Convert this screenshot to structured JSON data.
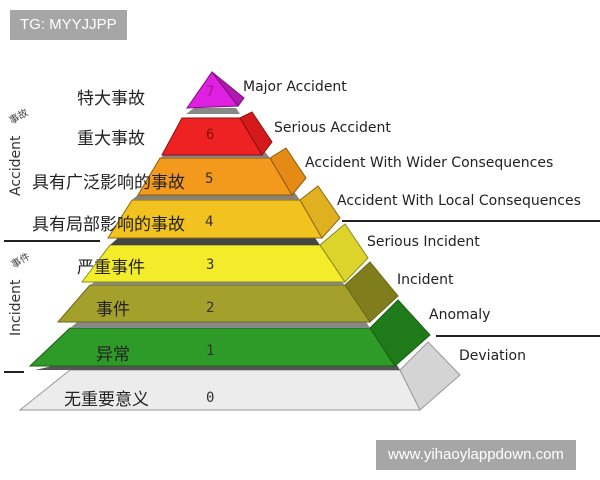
{
  "watermarks": {
    "top": "TG: MYYJJPP",
    "bottom": "www.yihaoylappdown.com"
  },
  "side_labels": {
    "accident_en": "Accident",
    "accident_cn": "事故",
    "incident_en": "Incident",
    "incident_cn": "事件"
  },
  "levels": [
    {
      "level": "7",
      "cn": "特大事故",
      "en": "Major Accident",
      "color": "#e020e0"
    },
    {
      "level": "6",
      "cn": "重大事故",
      "en": "Serious Accident",
      "color": "#ee2222"
    },
    {
      "level": "5",
      "cn": "具有广泛影响的事故",
      "en": "Accident With Wider Consequences",
      "color": "#f39a1c"
    },
    {
      "level": "4",
      "cn": "具有局部影响的事故",
      "en": "Accident With Local Consequences",
      "color": "#f2c21e"
    },
    {
      "level": "3",
      "cn": "严重事件",
      "en": "Serious Incident",
      "color": "#f2ec2a"
    },
    {
      "level": "2",
      "cn": "事件",
      "en": "Incident",
      "color": "#a5a02c"
    },
    {
      "level": "1",
      "cn": "异常",
      "en": "Anomaly",
      "color": "#2e9a28"
    },
    {
      "level": "0",
      "cn": "无重要意义",
      "en": "Deviation",
      "color": "#ececec"
    }
  ]
}
